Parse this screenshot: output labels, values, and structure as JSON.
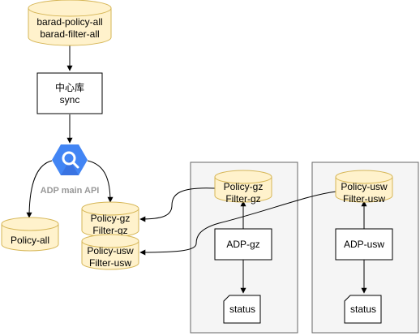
{
  "colors": {
    "db_fill": "#fff2cc",
    "db_stroke": "#d6b656",
    "panel_fill": "#f5f5f5",
    "panel_stroke": "#666666",
    "icon_blue": "#4285f4",
    "caption_gray": "#999999"
  },
  "nodes": {
    "barad_db": {
      "lines": [
        "barad-policy-all",
        "barad-filter-all"
      ]
    },
    "central_repo": {
      "lines": [
        "中心库",
        "sync"
      ]
    },
    "api_caption": "ADP main API",
    "policy_all_db": {
      "lines": [
        "Policy-all"
      ]
    },
    "policy_gz_left_db": {
      "lines": [
        "Policy-gz",
        "Filter-gz"
      ]
    },
    "policy_usw_left_db": {
      "lines": [
        "Policy-usw",
        "Filter-usw"
      ]
    },
    "gz_region": {
      "db": {
        "lines": [
          "Policy-gz",
          "Filter-gz"
        ]
      },
      "service": "ADP-gz",
      "status": "status"
    },
    "usw_region": {
      "db": {
        "lines": [
          "Policy-usw",
          "Filter-usw"
        ]
      },
      "service": "ADP-usw",
      "status": "status"
    }
  },
  "icons": {
    "api": "google-cloud-search-icon"
  }
}
